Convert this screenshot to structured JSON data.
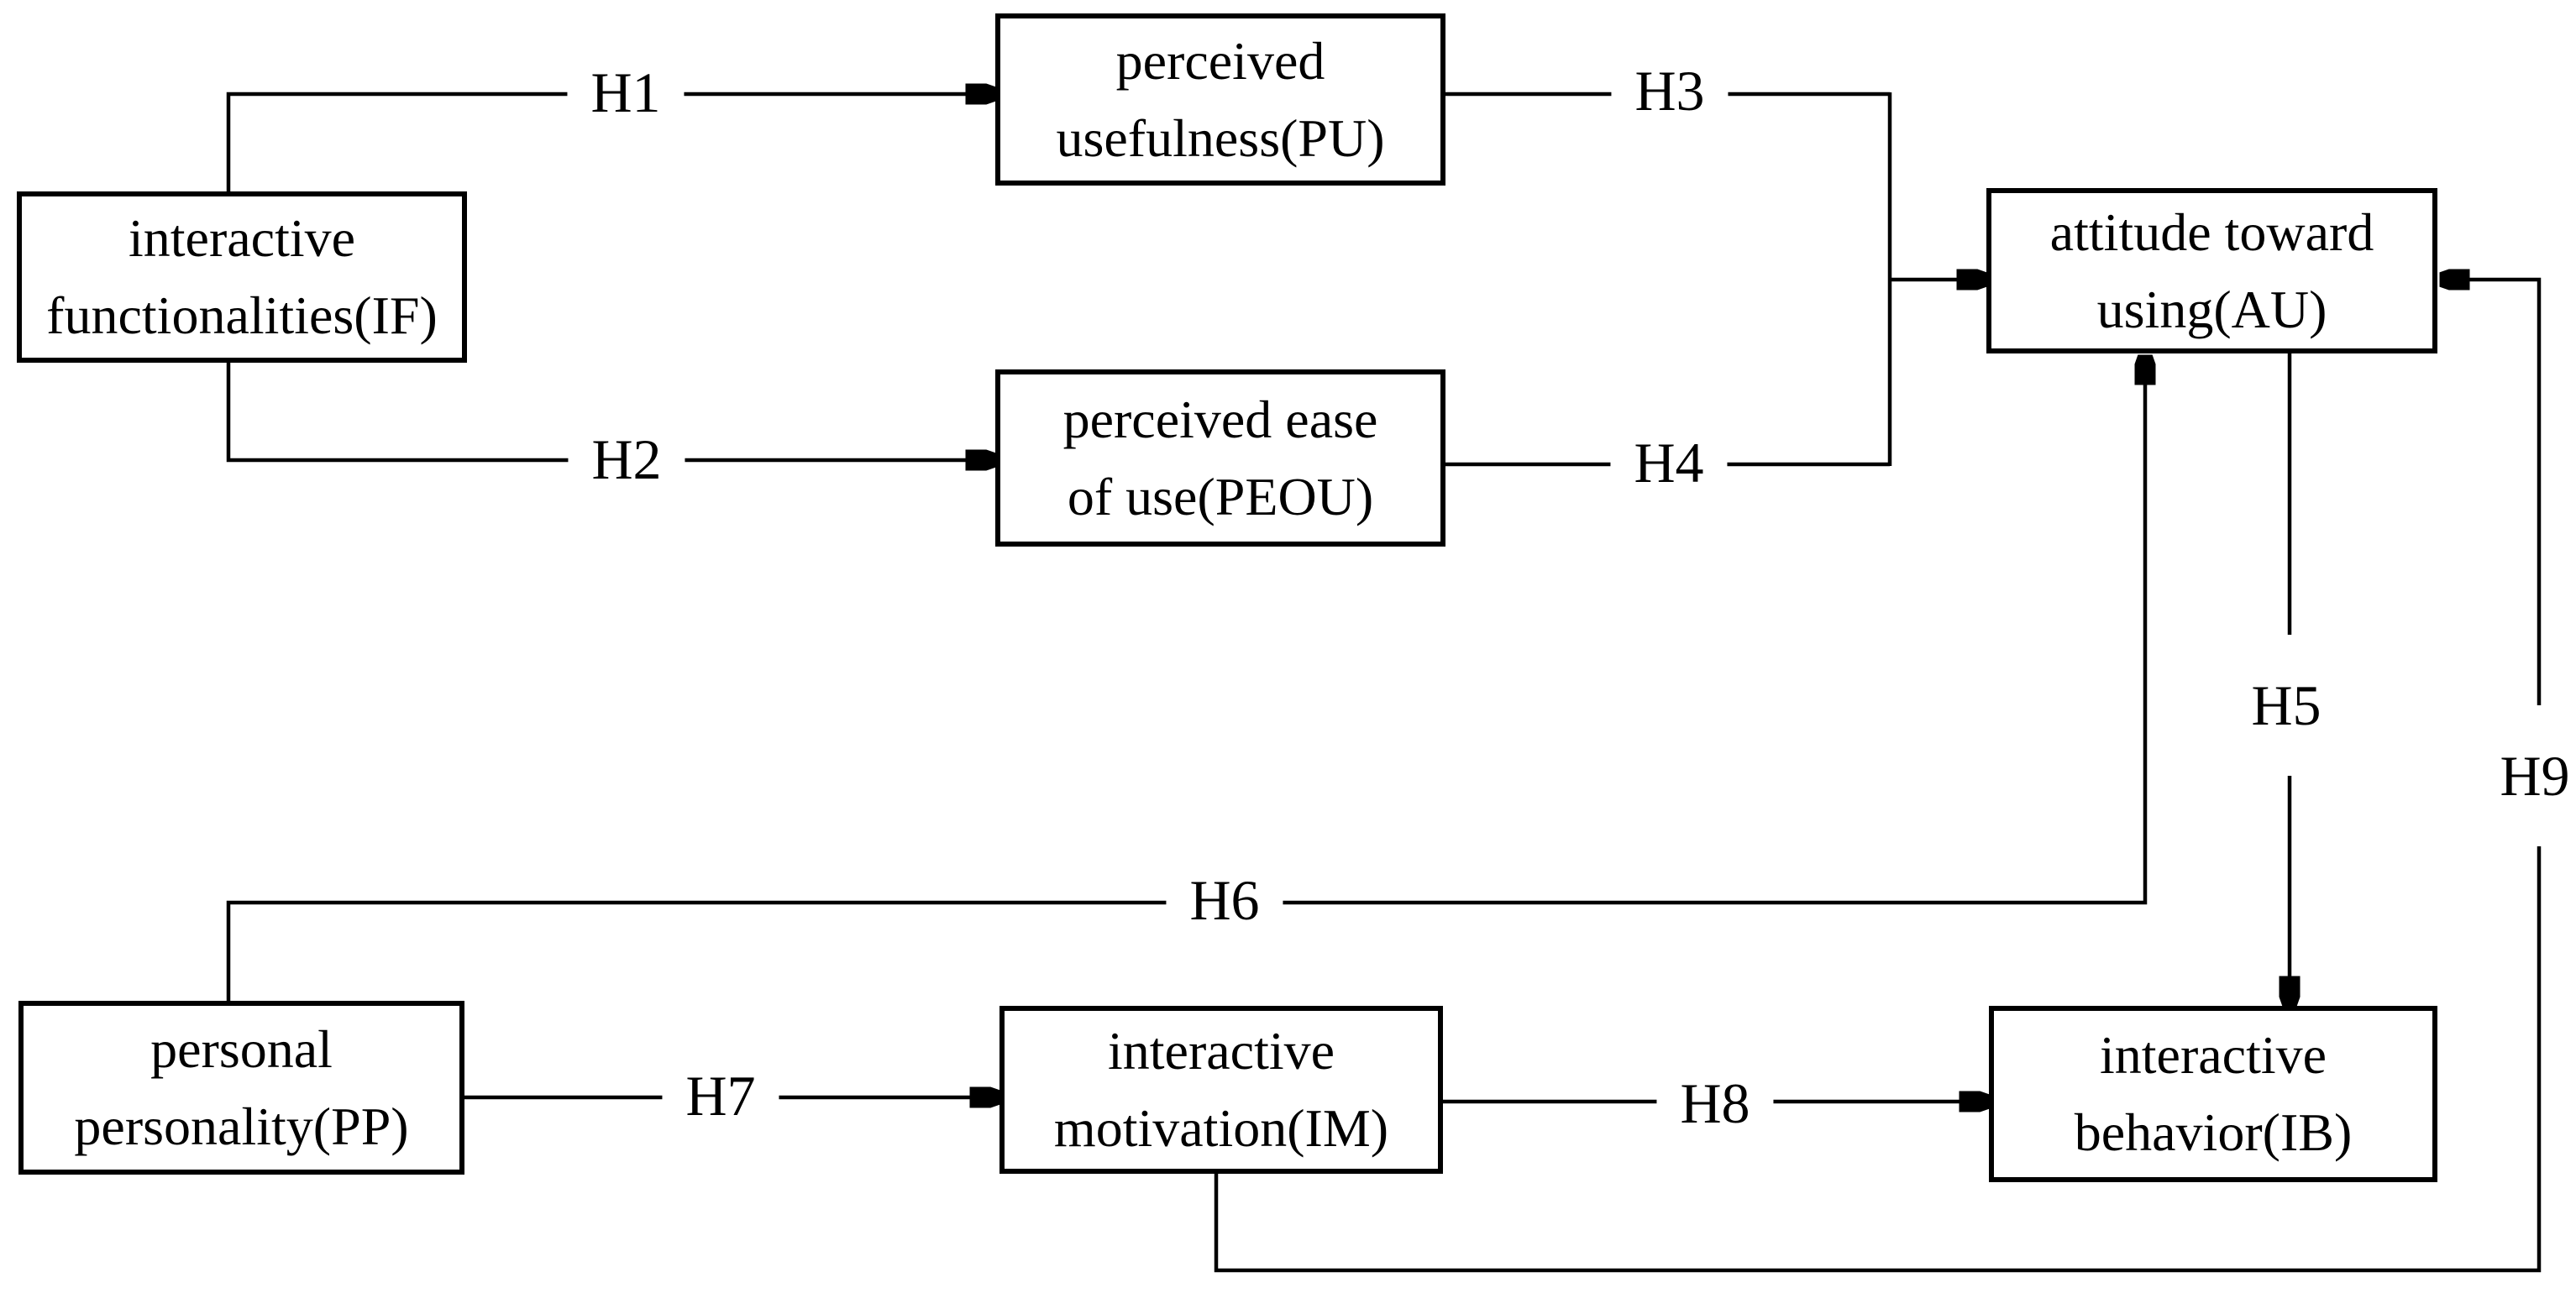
{
  "diagram": {
    "colors": {
      "line": "#000000",
      "background": "#ffffff"
    },
    "nodes": {
      "if": {
        "line1": "interactive",
        "line2": "functionalities(IF)"
      },
      "pu": {
        "line1": "perceived",
        "line2": "usefulness(PU)"
      },
      "peou": {
        "line1": "perceived ease",
        "line2": "of use(PEOU)"
      },
      "au": {
        "line1": "attitude toward",
        "line2": "using(AU)"
      },
      "pp": {
        "line1": "personal",
        "line2": "personality(PP)"
      },
      "im": {
        "line1": "interactive",
        "line2": "motivation(IM)"
      },
      "ib": {
        "line1": "interactive",
        "line2": "behavior(IB)"
      }
    },
    "edges": {
      "h1": {
        "label": "H1",
        "from": "interactive functionalities(IF)",
        "to": "perceived usefulness(PU)"
      },
      "h2": {
        "label": "H2",
        "from": "interactive functionalities(IF)",
        "to": "perceived ease of use(PEOU)"
      },
      "h3": {
        "label": "H3",
        "from": "perceived usefulness(PU)",
        "to": "attitude toward using(AU)"
      },
      "h4": {
        "label": "H4",
        "from": "perceived ease of use(PEOU)",
        "to": "attitude toward using(AU)"
      },
      "h5": {
        "label": "H5",
        "from": "attitude toward using(AU)",
        "to": "interactive behavior(IB)"
      },
      "h6": {
        "label": "H6",
        "from": "personal personality(PP)",
        "to": "attitude toward using(AU)"
      },
      "h7": {
        "label": "H7",
        "from": "personal personality(PP)",
        "to": "interactive motivation(IM)"
      },
      "h8": {
        "label": "H8",
        "from": "interactive motivation(IM)",
        "to": "interactive behavior(IB)"
      },
      "h9": {
        "label": "H9",
        "from": "interactive motivation(IM)",
        "to": "attitude toward using(AU)"
      }
    }
  }
}
